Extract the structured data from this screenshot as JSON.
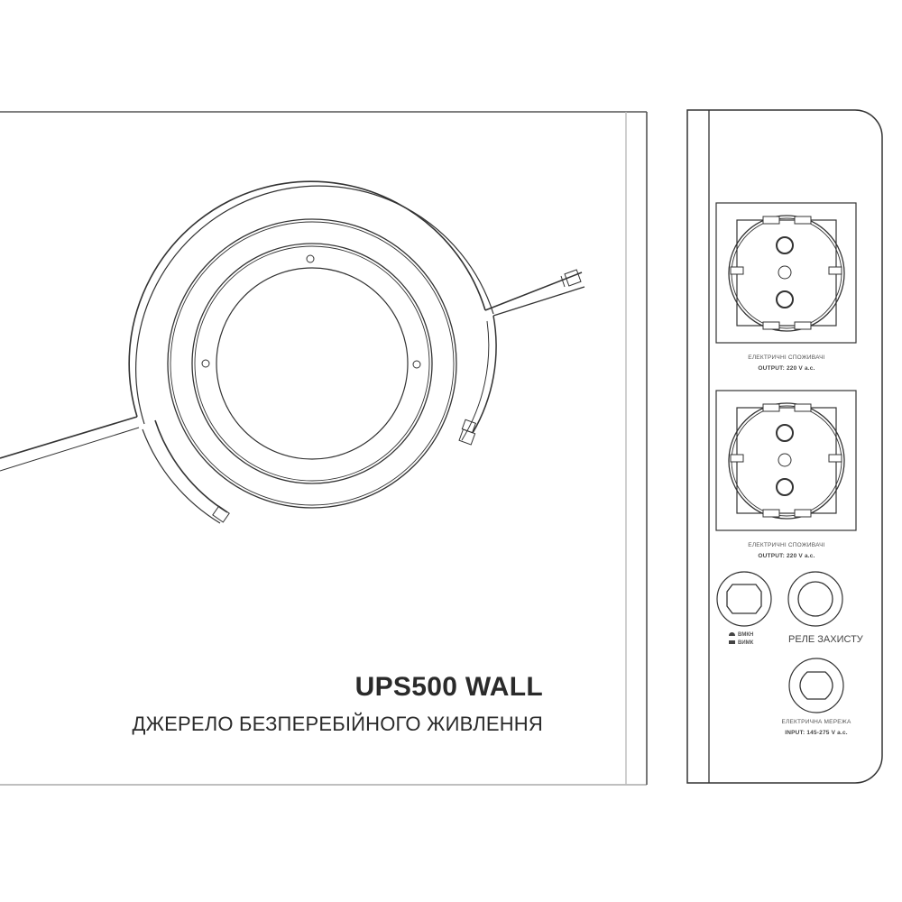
{
  "front_panel": {
    "model": "UPS500 WALL",
    "description": "ДЖЕРЕЛО БЕЗПЕРЕБІЙНОГО ЖИВЛЕННЯ"
  },
  "side_panel": {
    "outlet_1": {
      "label": "ЕЛЕКТРИЧНІ СПОЖИВАЧІ",
      "rating": "OUTPUT: 220 V a.c."
    },
    "outlet_2": {
      "label": "ЕЛЕКТРИЧНІ СПОЖИВАЧІ",
      "rating": "OUTPUT: 220 V a.c."
    },
    "power_switch": {
      "on_label": "ВМКН",
      "off_label": "ВИМК"
    },
    "relay": {
      "label": "РЕЛЕ ЗАХИСТУ"
    },
    "mains_input": {
      "label": "ЕЛЕКТРИЧНА МЕРЕЖА",
      "rating": "INPUT: 145-275 V a.c."
    }
  },
  "colors": {
    "line": "#3a3a3a",
    "light_line": "#9a9a9a",
    "background": "#ffffff"
  }
}
